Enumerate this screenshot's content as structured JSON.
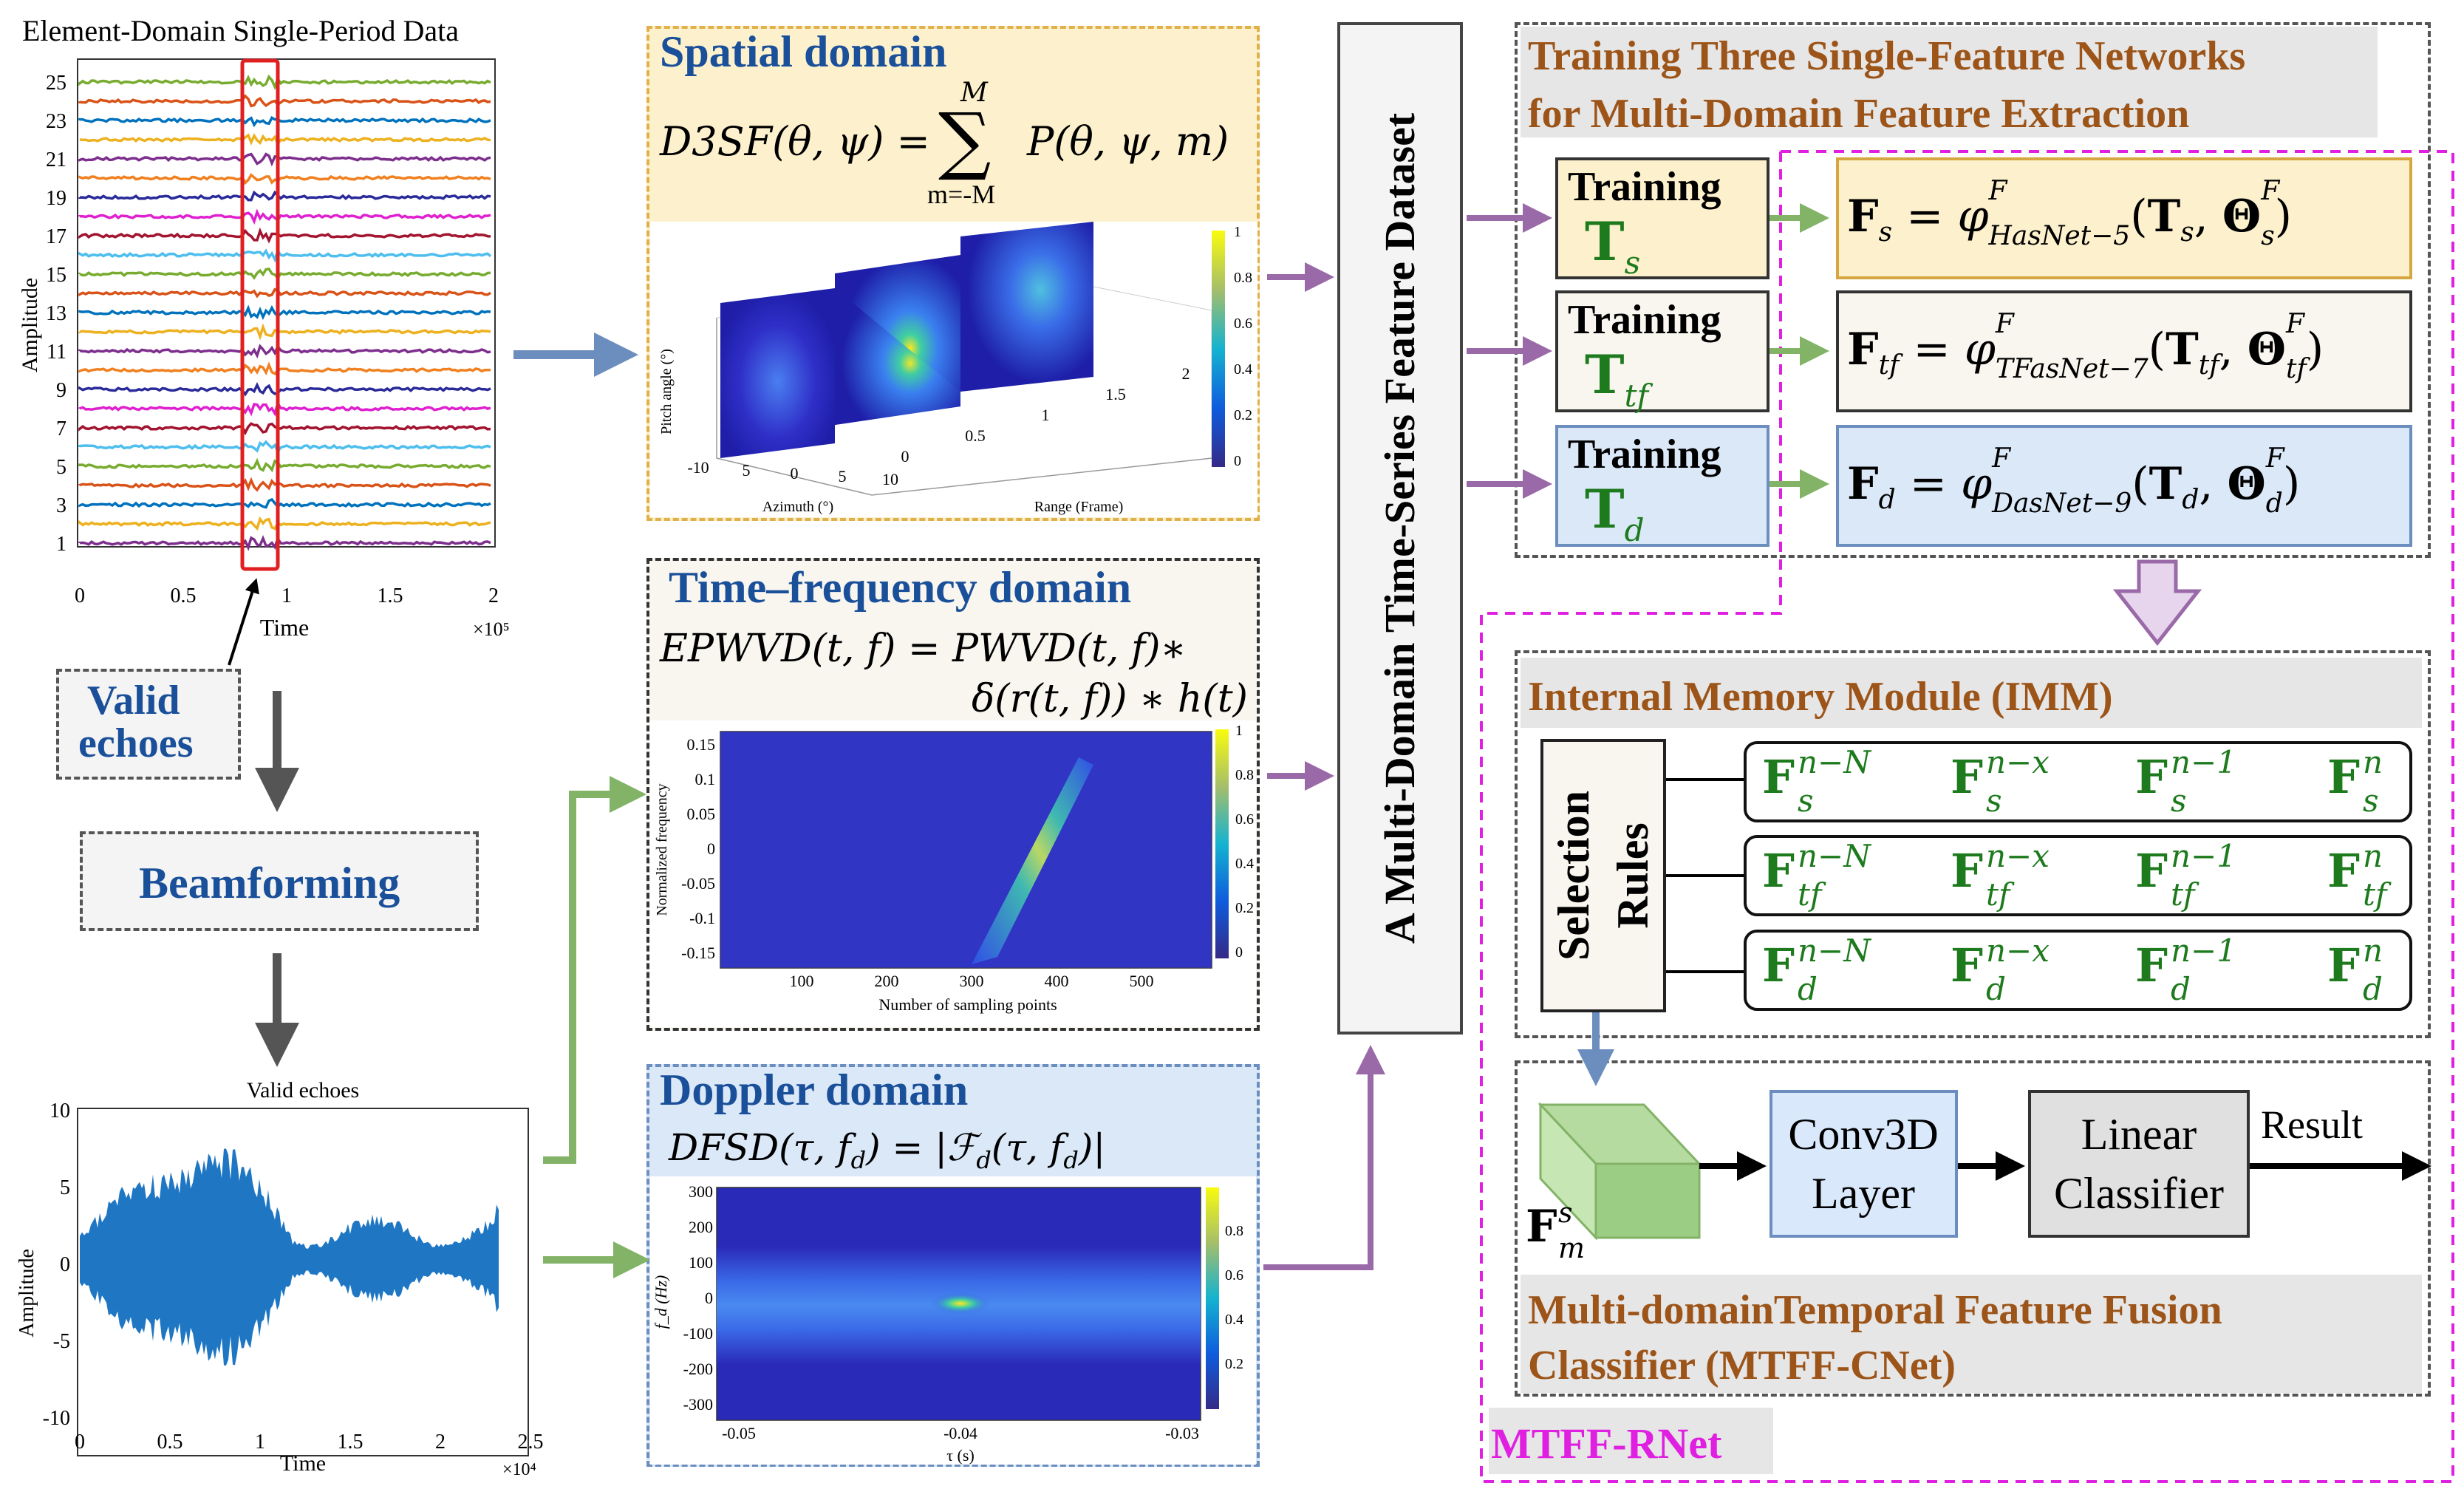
{
  "top_left": {
    "title": "Element-Domain Single-Period Data",
    "ylabel": "Amplitude",
    "xlabel": "Time",
    "x_multiplier": "×10⁵",
    "y_ticks": [
      "25",
      "23",
      "21",
      "19",
      "17",
      "15",
      "13",
      "11",
      "9",
      "7",
      "5",
      "3",
      "1"
    ],
    "x_ticks": [
      "0",
      "0.5",
      "1",
      "1.5",
      "2"
    ],
    "line_colors": [
      "#7e2f8e",
      "#edb120",
      "#0072bd",
      "#d95319",
      "#77ac30",
      "#4dbeee",
      "#a2142f",
      "#e020d0",
      "#2a2a9a",
      "#f08020"
    ]
  },
  "valid_echoes_label": "Valid\nechoes",
  "valid_echoes_line1": "Valid",
  "valid_echoes_line2": "echoes",
  "beamforming_label": "Beamforming",
  "bottom_left": {
    "title": "Valid echoes",
    "ylabel": "Amplitude",
    "xlabel": "Time",
    "x_multiplier": "×10⁴",
    "y_ticks": [
      "10",
      "5",
      "0",
      "-5",
      "-10"
    ],
    "x_ticks": [
      "0",
      "0.5",
      "1",
      "1.5",
      "2",
      "2.5"
    ]
  },
  "spatial": {
    "title": "Spatial domain",
    "eq_lhs": "D3SF(θ, ψ) = ",
    "eq_sum_top": "M",
    "eq_sum_bottom": "m=-M",
    "eq_rhs": "P(θ, ψ, m)",
    "ylabel": "Pitch angle (°)",
    "xlabel": "Azimuth (°)",
    "zlabel": "Range (Frame)",
    "az_ticks": [
      "-10",
      "5",
      "0",
      "5",
      "10"
    ],
    "range_ticks": [
      "0",
      "0.5",
      "1",
      "1.5",
      "2"
    ],
    "colorbar_ticks": [
      "1",
      "0.8",
      "0.6",
      "0.4",
      "0.2",
      "0"
    ]
  },
  "tf": {
    "title": "Time–frequency domain",
    "eq_line1": "EPWVD(t, f) = PWVD(t, f)∗",
    "eq_line2": "δ(r(t, f)) ∗ h(t)",
    "ylabel": "Normalized frequency",
    "xlabel": "Number of sampling points",
    "y_ticks": [
      "0.15",
      "0.1",
      "0.05",
      "0",
      "-0.05",
      "-0.1",
      "-0.15"
    ],
    "x_ticks": [
      "100",
      "200",
      "300",
      "400",
      "500"
    ],
    "colorbar_ticks": [
      "1",
      "0.8",
      "0.6",
      "0.4",
      "0.2",
      "0"
    ]
  },
  "doppler": {
    "title": "Doppler domain",
    "eq": "DFSD(τ, f_d)  = |ℱ_d(τ, f_d)|",
    "eq_lhs": "DFSD(τ, f",
    "eq_mid": ")  = |ℱ",
    "eq_mid2": "(τ, f",
    "eq_end": ")|",
    "sub_d": "d",
    "ylabel": "f_d (Hz)",
    "xlabel": "τ (s)",
    "y_ticks": [
      "300",
      "200",
      "100",
      "0",
      "-100",
      "-200",
      "-300"
    ],
    "x_ticks": [
      "-0.05",
      "-0.04",
      "-0.03"
    ],
    "colorbar_ticks": [
      "0.8",
      "0.6",
      "0.4",
      "0.2"
    ]
  },
  "dataset_label": "A Multi-Domain Time-Series Feature Dataset",
  "training": {
    "title_line1": "Training Three Single-Feature Networks",
    "title_line2": "for Multi-Domain Feature Extraction",
    "rows": [
      {
        "label": "Training",
        "T": "T",
        "sub": "s",
        "F": "F",
        "Fsub": "s",
        "phi_sub": "HasNet−5",
        "arg_sub": "s",
        "theta_sub": "s",
        "color": "#fdf1cd"
      },
      {
        "label": "Training",
        "T": "T",
        "sub": "tf",
        "F": "F",
        "Fsub": "tf",
        "phi_sub": "TFasNet−7",
        "arg_sub": "tf",
        "theta_sub": "tf",
        "color": "#f8f6ef"
      },
      {
        "label": "Training",
        "T": "T",
        "sub": "d",
        "F": "F",
        "Fsub": "d",
        "phi_sub": "DasNet−9",
        "arg_sub": "d",
        "theta_sub": "d",
        "color": "#dae8f8"
      }
    ]
  },
  "imm": {
    "title": "Internal Memory Module (IMM)",
    "selection_line1": "Selection",
    "selection_line2": "Rules",
    "superscripts": [
      "n−N",
      "n−x",
      "n−1",
      "n"
    ],
    "row_subs": [
      "s",
      "tf",
      "d"
    ]
  },
  "classifier": {
    "conv_line1": "Conv3D",
    "conv_line2": "Layer",
    "linear_line1": "Linear",
    "linear_line2": "Classifier",
    "result": "Result",
    "fms_F": "F",
    "fms_sub": "m",
    "fms_sup": "s",
    "title_line1": "Multi-domainTemporal Feature Fusion",
    "title_line2": "Classifier (MTFF-CNet)"
  },
  "mtff_rnet": "MTFF-RNet",
  "colors": {
    "blue_title": "#1a4f99",
    "brown_title": "#9c5418",
    "green_math": "#1d7a1d",
    "magenta": "#e020e0",
    "arrow_purple": "#9a6aa8",
    "arrow_green": "#82b366",
    "arrow_blue": "#6c8ebf",
    "arrow_gray": "#555555"
  }
}
